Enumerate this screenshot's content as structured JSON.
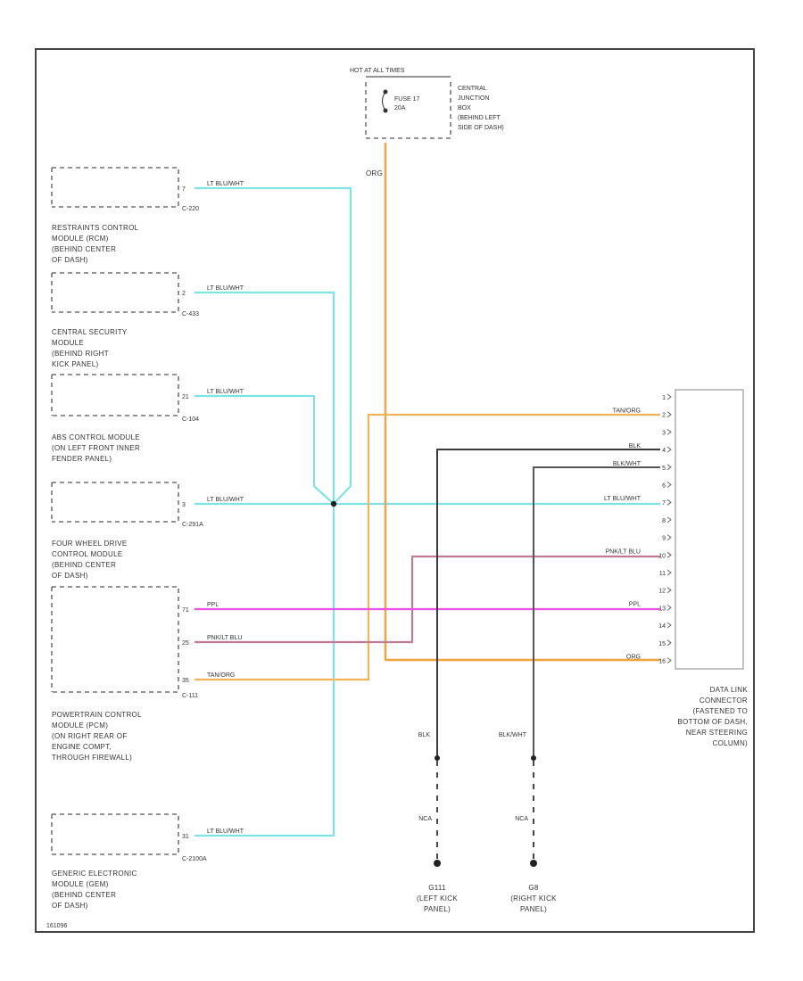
{
  "power": {
    "hot_label": "HOT AT ALL TIMES",
    "fuse": "FUSE 17\n20A",
    "junction_box": "CENTRAL\nJUNCTION\nBOX\n(BEHIND LEFT\nSIDE OF DASH)",
    "wire_color": "ORG"
  },
  "modules": [
    {
      "name": "RESTRAINTS CONTROL\nMODULE (RCM)\n(BEHIND CENTER\nOF DASH)",
      "connector": "C-220",
      "pins": [
        {
          "pin": "7",
          "wire": "LT BLU/WHT"
        }
      ]
    },
    {
      "name": "CENTRAL SECURITY\nMODULE\n(BEHIND RIGHT\nKICK PANEL)",
      "connector": "C-433",
      "pins": [
        {
          "pin": "2",
          "wire": "LT BLU/WHT"
        }
      ]
    },
    {
      "name": "ABS CONTROL MODULE\n(ON LEFT FRONT INNER\nFENDER PANEL)",
      "connector": "C-104",
      "pins": [
        {
          "pin": "21",
          "wire": "LT BLU/WHT"
        }
      ]
    },
    {
      "name": "FOUR WHEEL DRIVE\nCONTROL MODULE\n(BEHIND CENTER\nOF DASH)",
      "connector": "C-291A",
      "pins": [
        {
          "pin": "3",
          "wire": "LT BLU/WHT"
        }
      ]
    },
    {
      "name": "POWERTRAIN CONTROL\nMODULE (PCM)\n(ON RIGHT REAR OF\nENGINE COMPT,\nTHROUGH FIREWALL)",
      "connector": "C-111",
      "pins": [
        {
          "pin": "71",
          "wire": "PPL"
        },
        {
          "pin": "25",
          "wire": "PNK/LT BLU"
        },
        {
          "pin": "35",
          "wire": "TAN/ORG"
        }
      ]
    },
    {
      "name": "GENERIC ELECTRONIC\nMODULE (GEM)\n(BEHIND CENTER\nOF DASH)",
      "connector": "C-2100A",
      "pins": [
        {
          "pin": "31",
          "wire": "LT BLU/WHT"
        }
      ]
    }
  ],
  "dlc": {
    "name": "DATA LINK\nCONNECTOR\n(FASTENED TO\nBOTTOM OF DASH,\nNEAR STEERING\nCOLUMN)",
    "pins": [
      {
        "num": "1",
        "wire": ""
      },
      {
        "num": "2",
        "wire": "TAN/ORG"
      },
      {
        "num": "3",
        "wire": ""
      },
      {
        "num": "4",
        "wire": "BLK"
      },
      {
        "num": "5",
        "wire": "BLK/WHT"
      },
      {
        "num": "6",
        "wire": ""
      },
      {
        "num": "7",
        "wire": "LT BLU/WHT"
      },
      {
        "num": "8",
        "wire": ""
      },
      {
        "num": "9",
        "wire": ""
      },
      {
        "num": "10",
        "wire": "PNK/LT BLU"
      },
      {
        "num": "11",
        "wire": ""
      },
      {
        "num": "12",
        "wire": ""
      },
      {
        "num": "13",
        "wire": "PPL"
      },
      {
        "num": "14",
        "wire": ""
      },
      {
        "num": "15",
        "wire": ""
      },
      {
        "num": "16",
        "wire": "ORG"
      }
    ]
  },
  "grounds": [
    {
      "wire": "BLK",
      "nca": "NCA",
      "id": "G111\n(LEFT KICK\nPANEL)"
    },
    {
      "wire": "BLK/WHT",
      "nca": "NCA",
      "id": "G8\n(RIGHT KICK\nPANEL)"
    }
  ],
  "figure_id": "161096",
  "colors": {
    "lt_blu_wht": "#7fe3e6",
    "org": "#f3a23c",
    "tan_org": "#f2b45a",
    "pnk_lt_blu": "#c07a94",
    "ppl": "#ec4fe8",
    "blk": "#3a3a3a",
    "blk_wht": "#555555"
  }
}
